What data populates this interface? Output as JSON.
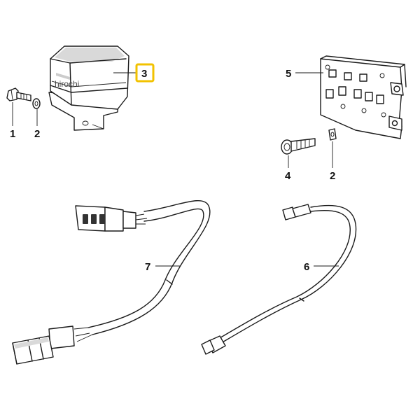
{
  "watermark": "hirochi",
  "highlight_color": "#f2c200",
  "callouts": {
    "c1": "1",
    "c2a": "2",
    "c3": "3",
    "c4": "4",
    "c2b": "2",
    "c5": "5",
    "c6": "6",
    "c7": "7"
  }
}
